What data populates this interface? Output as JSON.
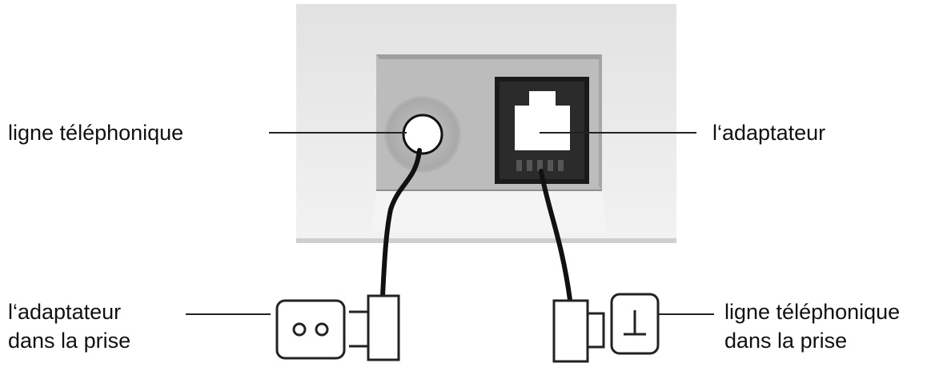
{
  "labels": {
    "top_left": "ligne téléphonique",
    "top_right": "l‘adaptateur",
    "bottom_left": [
      "l‘adaptateur",
      "dans la prise"
    ],
    "bottom_right": [
      "ligne téléphonique",
      "dans la prise"
    ]
  },
  "colors": {
    "panel": "#eaeaea",
    "recess": "#bdbdbd",
    "jack": "#1a1a1a",
    "cable": "#111111",
    "line": "#222222"
  }
}
